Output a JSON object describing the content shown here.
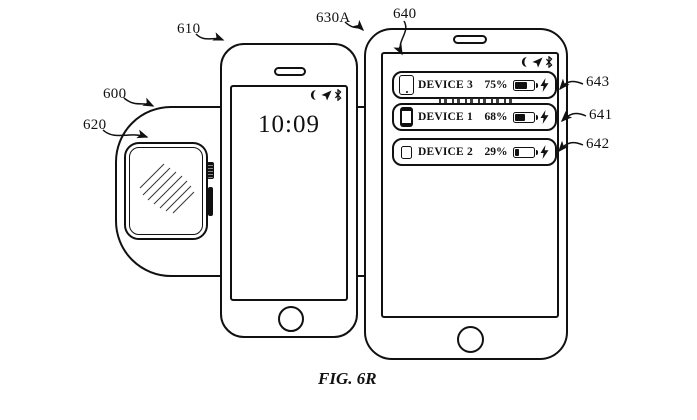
{
  "figure_caption": "FIG. 6R",
  "ref_labels": {
    "mat": "600",
    "phone_left": "610",
    "watch": "620",
    "phone_right": "630A",
    "charging_ui": "640",
    "device1_row": "641",
    "device2_row": "642",
    "device3_row": "643"
  },
  "phone_left": {
    "clock": "10:09"
  },
  "status_icons": [
    "moon",
    "location-arrow",
    "bluetooth"
  ],
  "charging_ui": {
    "rows": [
      {
        "icon": "tablet-icon",
        "name": "DEVICE 3",
        "percent": "75%",
        "fill": "70%",
        "charging": true,
        "ref": "643"
      },
      {
        "icon": "phone-icon",
        "name": "DEVICE 1",
        "percent": "68%",
        "fill": "60%",
        "charging": true,
        "ref": "641"
      },
      {
        "icon": "watch-icon",
        "name": "DEVICE 2",
        "percent": "29%",
        "fill": "24%",
        "charging": true,
        "ref": "642"
      }
    ]
  },
  "colors": {
    "line": "#111111",
    "background": "#ffffff"
  }
}
